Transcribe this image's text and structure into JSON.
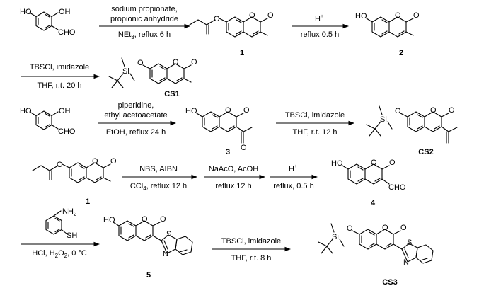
{
  "rows": [
    {
      "reactions": [
        {
          "above": [
            "sodium propionate,",
            "propionic anhydride"
          ],
          "below": [
            "NEt",
            "3",
            ", reflux 6 h"
          ]
        },
        {
          "above": [
            "H",
            "+"
          ],
          "below": [
            "reflux 0.5 h"
          ]
        }
      ],
      "compounds": [
        "1",
        "2"
      ],
      "groups": {
        "ho_sal": "HO",
        "oh_sal": "OH",
        "cho_sal": "CHO",
        "ho_2": "HO",
        "o_1": "O",
        "o_2": "O"
      }
    },
    {
      "reactions": [
        {
          "above": [
            "TBSCl, imidazole"
          ],
          "below": [
            "THF, r.t. 20 h"
          ]
        }
      ],
      "compounds": [
        "CS1"
      ],
      "groups": {
        "si": "Si",
        "o": "O"
      }
    },
    {
      "reactions": [
        {
          "above": [
            "piperidine,",
            "ethyl acetoacetate"
          ],
          "below": [
            "EtOH, reflux 24 h"
          ]
        },
        {
          "above": [
            "TBSCl, imidazole"
          ],
          "below": [
            "THF, r.t. 12 h"
          ]
        }
      ],
      "compounds": [
        "3",
        "CS2"
      ],
      "groups": {
        "ho_sal": "HO",
        "oh_sal": "OH",
        "cho_sal": "CHO",
        "ho_3": "HO",
        "si": "Si",
        "o": "O"
      }
    },
    {
      "reactions": [
        {
          "above": [
            "NBS, AIBN"
          ],
          "below": [
            "CCl",
            "4",
            ", reflux 12 h"
          ]
        },
        {
          "above": [
            "NaAcO, AcOH"
          ],
          "below": [
            "reflux 12 h"
          ]
        },
        {
          "above": [
            "H",
            "+"
          ],
          "below": [
            "reflux, 0.5 h"
          ]
        }
      ],
      "compounds": [
        "1",
        "4"
      ],
      "groups": {
        "ho_4": "HO",
        "cho_4": "CHO",
        "o": "O"
      }
    },
    {
      "reagent": {
        "nh2": "NH",
        "nh2_sub": "2",
        "sh": "SH"
      },
      "reactions": [
        {
          "above": [],
          "below": [
            "HCl, H",
            "2",
            "O",
            "2",
            ", 0 °C"
          ]
        },
        {
          "above": [
            "TBSCl, imidazole"
          ],
          "below": [
            "THF, r.t. 8 h"
          ]
        }
      ],
      "compounds": [
        "5",
        "CS3"
      ],
      "groups": {
        "ho_5": "HO",
        "s": "S",
        "n": "N",
        "si": "Si",
        "o": "O"
      }
    }
  ]
}
